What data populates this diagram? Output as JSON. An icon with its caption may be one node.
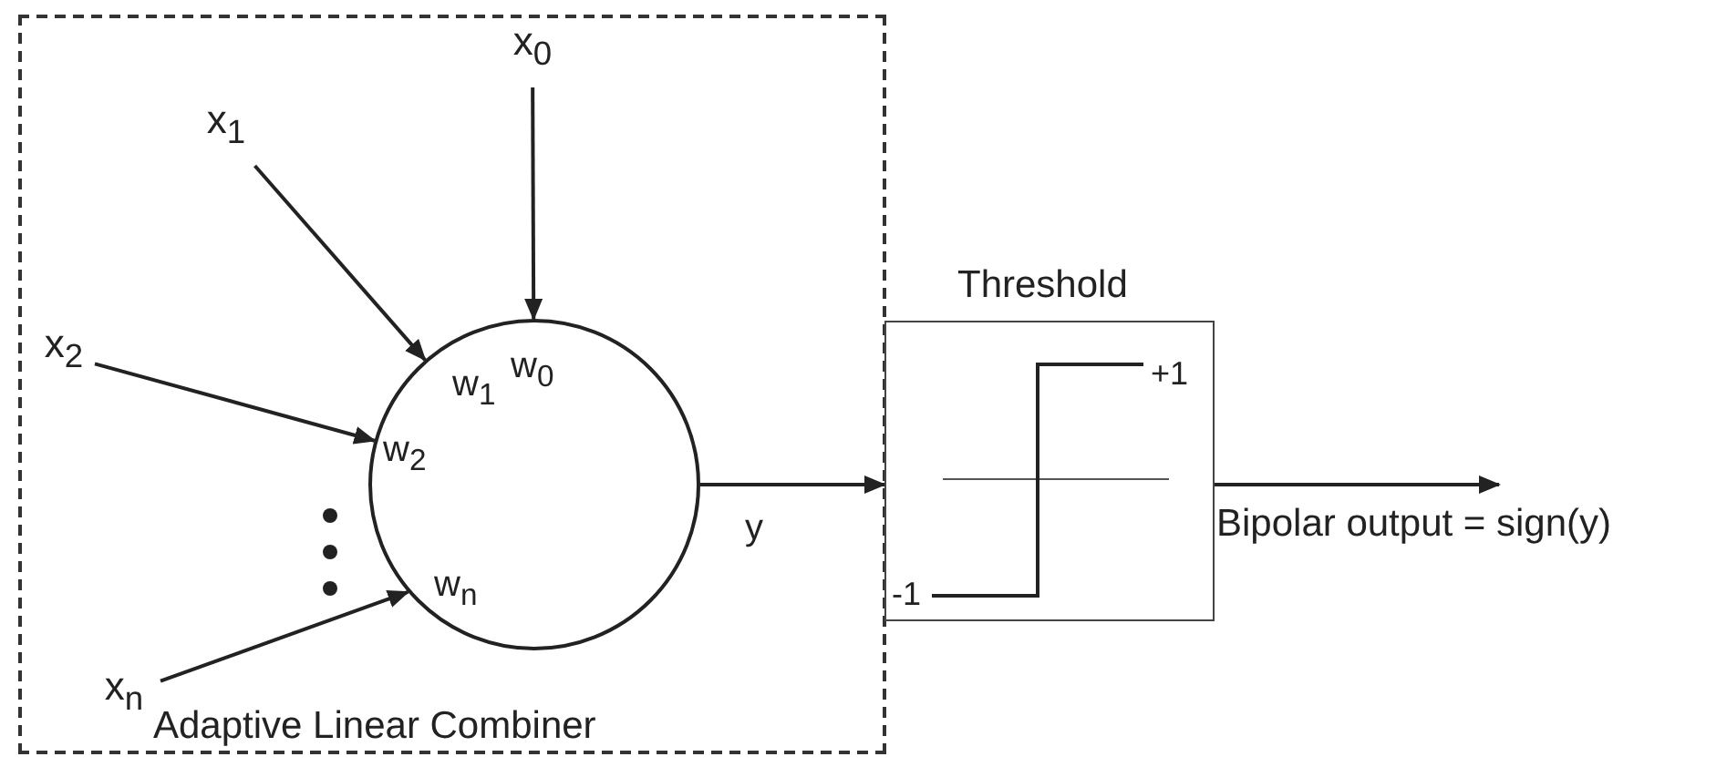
{
  "diagram": {
    "nodes": [
      {
        "text": [
          "Adaptive Linear Combiner"
        ]
      },
      {
        "text": [
          "w$_{0}$",
          "w$_{1}$",
          "w$_{2}$",
          "w$_{n}$"
        ],
        "in": 0
      },
      {
        "text": [
          "x$_{0}$"
        ],
        "in": 0
      },
      {
        "text": [
          "x$_{1}$"
        ],
        "in": 0
      },
      {
        "text": [
          "x$_{2}$"
        ],
        "in": 0
      },
      {
        "text": [
          "x$_{n}$"
        ],
        "in": 0
      },
      {
        "text": [
          "Threshold",
          "+1",
          "-1"
        ]
      },
      {
        "text": [
          "Bipolar output = sign(y)"
        ]
      }
    ],
    "edges": [
      {
        "from": 2,
        "to": 1,
        "arrow": "to"
      },
      {
        "from": 3,
        "to": 1,
        "arrow": "to"
      },
      {
        "from": 4,
        "to": 1,
        "arrow": "to"
      },
      {
        "from": 5,
        "to": 1,
        "arrow": "to"
      },
      {
        "from": 1,
        "to": 6,
        "arrow": "to",
        "label": "y"
      },
      {
        "from": 6,
        "to": 7,
        "arrow": "to"
      }
    ]
  }
}
